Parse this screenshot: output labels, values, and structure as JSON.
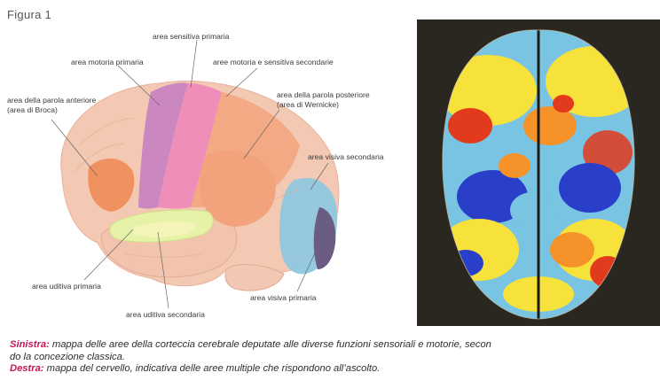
{
  "figure_label": "Figura 1",
  "left_figure": {
    "labels": {
      "sensory_primary": "area sensitiva primaria",
      "motor_primary": "area motoria primaria",
      "motor_sensory_secondary": "aree motoria e sensitiva secondarie",
      "speech_anterior_line1": "area della parola anteriore",
      "speech_anterior_line2": "(area di Broca)",
      "speech_posterior_line1": "area della parola posteriore",
      "speech_posterior_line2": "(area di Wernicke)",
      "visual_secondary": "area visiva secondaria",
      "auditory_primary": "area uditiva primaria",
      "auditory_secondary": "area uditiva secondaria",
      "visual_primary": "area visiva primaria"
    },
    "colors": {
      "brain_base": "#f3c9b4",
      "motor_primary": "#c67fc0",
      "sensory_primary": "#ee87b8",
      "motor_sensory_secondary": "#f3a37c",
      "broca": "#f08c55",
      "wernicke": "#f3a37c",
      "auditory_primary": "#e6f2a8",
      "auditory_secondary": "#f5f4b8",
      "visual_secondary": "#8fc8de",
      "visual_primary": "#6a5c82"
    }
  },
  "right_figure": {
    "colors": {
      "background": "#2a2620",
      "blue": "#2a3fc9",
      "light_blue": "#79c3e3",
      "yellow": "#f6e23a",
      "orange": "#f5922a",
      "red": "#e23a1c"
    }
  },
  "caption": {
    "left_label": "Sinistra:",
    "left_text_line1": " mappa delle aree della corteccia cerebrale deputate alle diverse funzioni sensoriali e motorie, secon",
    "left_text_line2": "do la concezione classica.",
    "right_label": "Destra:",
    "right_text": " mappa del cervello, indicativa delle aree multiple che rispondono all’ascolto."
  }
}
